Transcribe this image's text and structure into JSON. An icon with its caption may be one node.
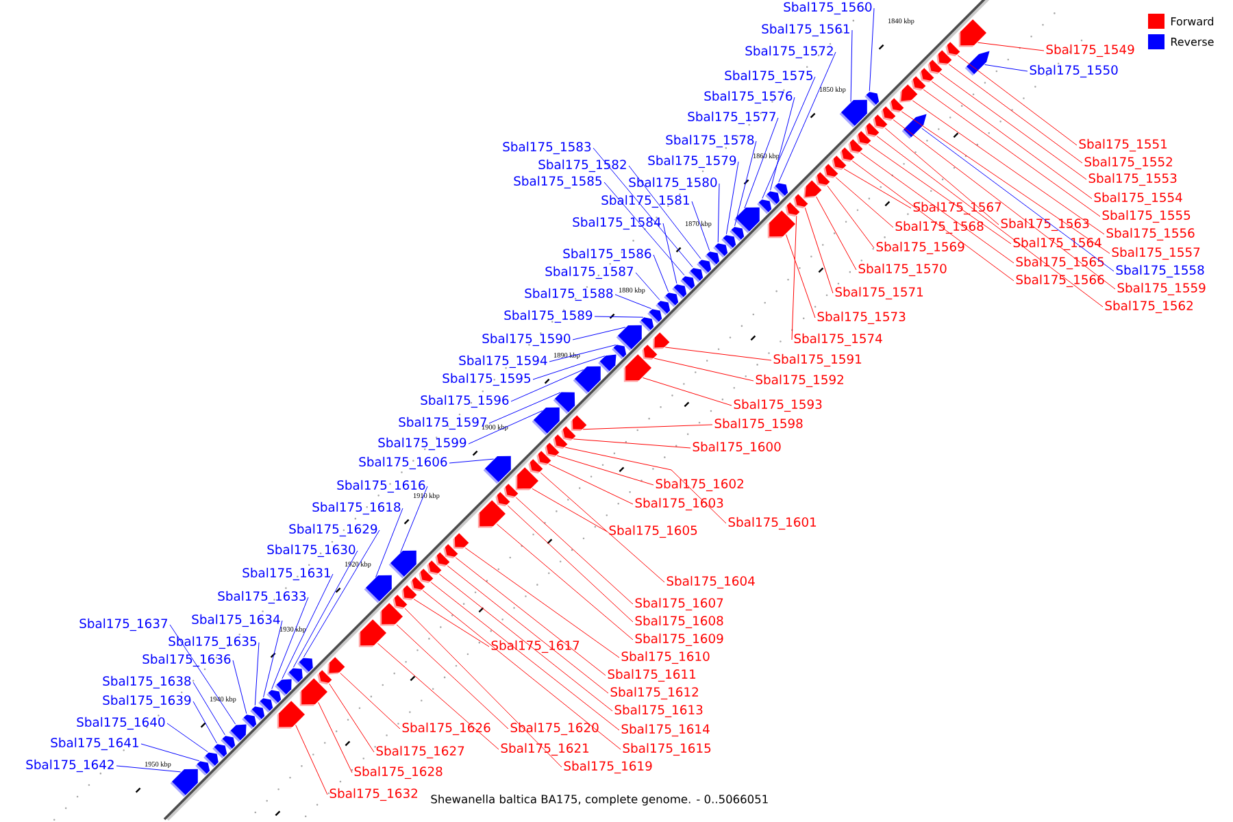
{
  "diagram": {
    "caption": "Shewanella baltica BA175, complete genome. - 0..5066051",
    "nodes": [
      {
        "text": [
          "Sbal175_1560"
        ]
      },
      {
        "text": [
          "Sbal175_1561"
        ]
      },
      {
        "text": [
          "Sbal175_1572"
        ]
      },
      {
        "text": [
          "Sbal175_1575"
        ]
      },
      {
        "text": [
          "Sbal175_1576"
        ]
      },
      {
        "text": [
          "Sbal175_1577"
        ]
      },
      {
        "text": [
          "Sbal175_1578"
        ]
      },
      {
        "text": [
          "Sbal175_1579"
        ]
      },
      {
        "text": [
          "Sbal175_1580"
        ]
      },
      {
        "text": [
          "Sbal175_1581"
        ]
      },
      {
        "text": [
          "Sbal175_1583"
        ]
      },
      {
        "text": [
          "Sbal175_1582"
        ]
      },
      {
        "text": [
          "Sbal175_1585"
        ]
      },
      {
        "text": [
          "Sbal175_1584"
        ]
      },
      {
        "text": [
          "Sbal175_1586"
        ]
      },
      {
        "text": [
          "Sbal175_1587"
        ]
      },
      {
        "text": [
          "Sbal175_1588"
        ]
      },
      {
        "text": [
          "Sbal175_1589"
        ]
      },
      {
        "text": [
          "Sbal175_1590"
        ]
      },
      {
        "text": [
          "Sbal175_1594"
        ]
      },
      {
        "text": [
          "Sbal175_1595"
        ]
      },
      {
        "text": [
          "Sbal175_1596"
        ]
      },
      {
        "text": [
          "Sbal175_1597"
        ]
      },
      {
        "text": [
          "Sbal175_1599"
        ]
      },
      {
        "text": [
          "Sbal175_1606"
        ]
      },
      {
        "text": [
          "Sbal175_1616"
        ]
      },
      {
        "text": [
          "Sbal175_1618"
        ]
      },
      {
        "text": [
          "Sbal175_1629"
        ]
      },
      {
        "text": [
          "Sbal175_1630"
        ]
      },
      {
        "text": [
          "Sbal175_1631"
        ]
      },
      {
        "text": [
          "Sbal175_1633"
        ]
      },
      {
        "text": [
          "Sbal175_1634"
        ]
      },
      {
        "text": [
          "Sbal175_1635"
        ]
      },
      {
        "text": [
          "Sbal175_1636"
        ]
      },
      {
        "text": [
          "Sbal175_1637"
        ]
      },
      {
        "text": [
          "Sbal175_1638"
        ]
      },
      {
        "text": [
          "Sbal175_1639"
        ]
      },
      {
        "text": [
          "Sbal175_1640"
        ]
      },
      {
        "text": [
          "Sbal175_1641"
        ]
      },
      {
        "text": [
          "Sbal175_1642"
        ]
      },
      {
        "text": [
          "Sbal175_1550"
        ]
      },
      {
        "text": [
          "Sbal175_1558"
        ]
      },
      {
        "text": [
          "Sbal175_1549"
        ]
      },
      {
        "text": [
          "Sbal175_1551"
        ]
      },
      {
        "text": [
          "Sbal175_1552"
        ]
      },
      {
        "text": [
          "Sbal175_1553"
        ]
      },
      {
        "text": [
          "Sbal175_1554"
        ]
      },
      {
        "text": [
          "Sbal175_1555"
        ]
      },
      {
        "text": [
          "Sbal175_1556"
        ]
      },
      {
        "text": [
          "Sbal175_1557"
        ]
      },
      {
        "text": [
          "Sbal175_1559"
        ]
      },
      {
        "text": [
          "Sbal175_1562"
        ]
      },
      {
        "text": [
          "Sbal175_1563"
        ]
      },
      {
        "text": [
          "Sbal175_1564"
        ]
      },
      {
        "text": [
          "Sbal175_1565"
        ]
      },
      {
        "text": [
          "Sbal175_1566"
        ]
      },
      {
        "text": [
          "Sbal175_1567"
        ]
      },
      {
        "text": [
          "Sbal175_1568"
        ]
      },
      {
        "text": [
          "Sbal175_1569"
        ]
      },
      {
        "text": [
          "Sbal175_1570"
        ]
      },
      {
        "text": [
          "Sbal175_1571"
        ]
      },
      {
        "text": [
          "Sbal175_1573"
        ]
      },
      {
        "text": [
          "Sbal175_1574"
        ]
      },
      {
        "text": [
          "Sbal175_1591"
        ]
      },
      {
        "text": [
          "Sbal175_1592"
        ]
      },
      {
        "text": [
          "Sbal175_1593"
        ]
      },
      {
        "text": [
          "Sbal175_1598"
        ]
      },
      {
        "text": [
          "Sbal175_1600"
        ]
      },
      {
        "text": [
          "Sbal175_1602"
        ]
      },
      {
        "text": [
          "Sbal175_1603"
        ]
      },
      {
        "text": [
          "Sbal175_1601"
        ]
      },
      {
        "text": [
          "Sbal175_1605"
        ]
      },
      {
        "text": [
          "Sbal175_1604"
        ]
      },
      {
        "text": [
          "Sbal175_1607"
        ]
      },
      {
        "text": [
          "Sbal175_1608"
        ]
      },
      {
        "text": [
          "Sbal175_1609"
        ]
      },
      {
        "text": [
          "Sbal175_1610"
        ]
      },
      {
        "text": [
          "Sbal175_1611"
        ]
      },
      {
        "text": [
          "Sbal175_1612"
        ]
      },
      {
        "text": [
          "Sbal175_1613"
        ]
      },
      {
        "text": [
          "Sbal175_1614"
        ]
      },
      {
        "text": [
          "Sbal175_1615"
        ]
      },
      {
        "text": [
          "Sbal175_1617"
        ]
      },
      {
        "text": [
          "Sbal175_1620"
        ]
      },
      {
        "text": [
          "Sbal175_1621"
        ]
      },
      {
        "text": [
          "Sbal175_1619"
        ]
      },
      {
        "text": [
          "Sbal175_1626"
        ]
      },
      {
        "text": [
          "Sbal175_1627"
        ]
      },
      {
        "text": [
          "Sbal175_1628"
        ]
      },
      {
        "text": [
          "Sbal175_1632"
        ]
      },
      {
        "text": [],
        "shape": "arrow"
      },
      {
        "text": [],
        "shape": "arrow"
      },
      {
        "text": [],
        "shape": "arrow"
      },
      {
        "text": [],
        "shape": "arrow"
      },
      {
        "text": [],
        "shape": "arrow"
      },
      {
        "text": [],
        "shape": "arrow"
      },
      {
        "text": [],
        "shape": "arrow"
      },
      {
        "text": [],
        "shape": "arrow"
      },
      {
        "text": [],
        "shape": "arrow"
      },
      {
        "text": [],
        "shape": "arrow"
      },
      {
        "text": [],
        "shape": "arrow"
      },
      {
        "text": [],
        "shape": "arrow"
      },
      {
        "text": [],
        "shape": "arrow"
      },
      {
        "text": [],
        "shape": "arrow"
      },
      {
        "text": [],
        "shape": "arrow"
      },
      {
        "text": [],
        "shape": "arrow"
      },
      {
        "text": [],
        "shape": "arrow"
      },
      {
        "text": [],
        "shape": "arrow"
      },
      {
        "text": [],
        "shape": "arrow"
      },
      {
        "text": [],
        "shape": "arrow"
      },
      {
        "text": [],
        "shape": "arrow"
      },
      {
        "text": [],
        "shape": "arrow"
      },
      {
        "text": [],
        "shape": "arrow"
      },
      {
        "text": [],
        "shape": "arrow"
      },
      {
        "text": [],
        "shape": "arrow"
      },
      {
        "text": [],
        "shape": "arrow"
      },
      {
        "text": [],
        "shape": "arrow"
      },
      {
        "text": [],
        "shape": "arrow"
      },
      {
        "text": [],
        "shape": "arrow"
      },
      {
        "text": [],
        "shape": "arrow"
      },
      {
        "text": [],
        "shape": "arrow"
      },
      {
        "text": [],
        "shape": "arrow"
      },
      {
        "text": [],
        "shape": "arrow"
      },
      {
        "text": [],
        "shape": "arrow"
      },
      {
        "text": [],
        "shape": "arrow"
      },
      {
        "text": [],
        "shape": "arrow"
      },
      {
        "text": [],
        "shape": "arrow"
      },
      {
        "text": [],
        "shape": "arrow"
      },
      {
        "text": [],
        "shape": "arrow"
      },
      {
        "text": [],
        "shape": "arrow"
      },
      {
        "text": [],
        "shape": "arrow"
      },
      {
        "text": [],
        "shape": "arrow"
      },
      {
        "text": [],
        "shape": "arrow"
      },
      {
        "text": [],
        "shape": "arrow"
      },
      {
        "text": [],
        "shape": "arrow"
      },
      {
        "text": [],
        "shape": "arrow"
      },
      {
        "text": [],
        "shape": "arrow"
      },
      {
        "text": [],
        "shape": "arrow"
      },
      {
        "text": [],
        "shape": "arrow"
      },
      {
        "text": [],
        "shape": "arrow"
      },
      {
        "text": [],
        "shape": "arrow"
      },
      {
        "text": [],
        "shape": "arrow"
      },
      {
        "text": [],
        "shape": "arrow"
      },
      {
        "text": [],
        "shape": "arrow"
      },
      {
        "text": [],
        "shape": "arrow"
      },
      {
        "text": [],
        "shape": "arrow"
      },
      {
        "text": [],
        "shape": "arrow"
      },
      {
        "text": [],
        "shape": "arrow"
      },
      {
        "text": [],
        "shape": "arrow"
      },
      {
        "text": [],
        "shape": "arrow"
      },
      {
        "text": [],
        "shape": "arrow"
      },
      {
        "text": [],
        "shape": "arrow"
      },
      {
        "text": [],
        "shape": "arrow"
      },
      {
        "text": [],
        "shape": "arrow"
      },
      {
        "text": [],
        "shape": "arrow"
      },
      {
        "text": [],
        "shape": "arrow"
      },
      {
        "text": [],
        "shape": "arrow"
      },
      {
        "text": [],
        "shape": "arrow"
      },
      {
        "text": [],
        "shape": "arrow"
      },
      {
        "text": [],
        "shape": "arrow"
      },
      {
        "text": [],
        "shape": "arrow"
      },
      {
        "text": [],
        "shape": "arrow"
      },
      {
        "text": [],
        "shape": "arrow"
      },
      {
        "text": [],
        "shape": "arrow"
      },
      {
        "text": [],
        "shape": "arrow"
      },
      {
        "text": [],
        "shape": "arrow"
      },
      {
        "text": [],
        "shape": "arrow"
      },
      {
        "text": [],
        "shape": "arrow"
      },
      {
        "text": [],
        "shape": "arrow"
      },
      {
        "text": [],
        "shape": "arrow"
      },
      {
        "text": [],
        "shape": "arrow"
      },
      {
        "text": [],
        "shape": "arrow"
      },
      {
        "text": [],
        "shape": "arrow"
      },
      {
        "text": [],
        "shape": "arrow"
      },
      {
        "text": [],
        "shape": "arrow"
      },
      {
        "text": [],
        "shape": "arrow"
      },
      {
        "text": [],
        "shape": "arrow"
      },
      {
        "text": [],
        "shape": "arrow"
      },
      {
        "text": [],
        "shape": "arrow"
      },
      {
        "text": [],
        "shape": "arrow"
      }
    ],
    "edges": [
      {
        "from": 0,
        "to": 90,
        "arrow": "none",
        "color": "#0000ff"
      },
      {
        "from": 1,
        "to": 91,
        "arrow": "none",
        "color": "#0000ff"
      },
      {
        "from": 2,
        "to": 92,
        "arrow": "none",
        "color": "#0000ff"
      },
      {
        "from": 3,
        "to": 93,
        "arrow": "none",
        "color": "#0000ff"
      },
      {
        "from": 4,
        "to": 94,
        "arrow": "none",
        "color": "#0000ff"
      },
      {
        "from": 5,
        "to": 95,
        "arrow": "none",
        "color": "#0000ff"
      },
      {
        "from": 6,
        "to": 96,
        "arrow": "none",
        "color": "#0000ff"
      },
      {
        "from": 7,
        "to": 97,
        "arrow": "none",
        "color": "#0000ff"
      },
      {
        "from": 8,
        "to": 98,
        "arrow": "none",
        "color": "#0000ff"
      },
      {
        "from": 9,
        "to": 99,
        "arrow": "none",
        "color": "#0000ff"
      },
      {
        "from": 10,
        "to": 100,
        "arrow": "none",
        "color": "#0000ff"
      },
      {
        "from": 11,
        "to": 101,
        "arrow": "none",
        "color": "#0000ff"
      },
      {
        "from": 12,
        "to": 102,
        "arrow": "none",
        "color": "#0000ff"
      },
      {
        "from": 13,
        "to": 103,
        "arrow": "none",
        "color": "#0000ff"
      },
      {
        "from": 14,
        "to": 104,
        "arrow": "none",
        "color": "#0000ff"
      },
      {
        "from": 15,
        "to": 105,
        "arrow": "none",
        "color": "#0000ff"
      },
      {
        "from": 16,
        "to": 106,
        "arrow": "none",
        "color": "#0000ff"
      },
      {
        "from": 17,
        "to": 107,
        "arrow": "none",
        "color": "#0000ff"
      },
      {
        "from": 18,
        "to": 108,
        "arrow": "none",
        "color": "#0000ff"
      },
      {
        "from": 19,
        "to": 109,
        "arrow": "none",
        "color": "#0000ff"
      },
      {
        "from": 20,
        "to": 110,
        "arrow": "none",
        "color": "#0000ff"
      },
      {
        "from": 21,
        "to": 111,
        "arrow": "none",
        "color": "#0000ff"
      },
      {
        "from": 22,
        "to": 112,
        "arrow": "none",
        "color": "#0000ff"
      },
      {
        "from": 23,
        "to": 113,
        "arrow": "none",
        "color": "#0000ff"
      },
      {
        "from": 24,
        "to": 114,
        "arrow": "none",
        "color": "#0000ff"
      },
      {
        "from": 25,
        "to": 115,
        "arrow": "none",
        "color": "#0000ff"
      },
      {
        "from": 26,
        "to": 116,
        "arrow": "none",
        "color": "#0000ff"
      },
      {
        "from": 27,
        "to": 117,
        "arrow": "none",
        "color": "#0000ff"
      },
      {
        "from": 28,
        "to": 118,
        "arrow": "none",
        "color": "#0000ff"
      },
      {
        "from": 29,
        "to": 119,
        "arrow": "none",
        "color": "#0000ff"
      },
      {
        "from": 30,
        "to": 120,
        "arrow": "none",
        "color": "#0000ff"
      },
      {
        "from": 31,
        "to": 121,
        "arrow": "none",
        "color": "#0000ff"
      },
      {
        "from": 32,
        "to": 122,
        "arrow": "none",
        "color": "#0000ff"
      },
      {
        "from": 33,
        "to": 123,
        "arrow": "none",
        "color": "#0000ff"
      },
      {
        "from": 34,
        "to": 124,
        "arrow": "none",
        "color": "#0000ff"
      },
      {
        "from": 35,
        "to": 125,
        "arrow": "none",
        "color": "#0000ff"
      },
      {
        "from": 36,
        "to": 126,
        "arrow": "none",
        "color": "#0000ff"
      },
      {
        "from": 37,
        "to": 127,
        "arrow": "none",
        "color": "#0000ff"
      },
      {
        "from": 38,
        "to": 128,
        "arrow": "none",
        "color": "#0000ff"
      },
      {
        "from": 39,
        "to": 129,
        "arrow": "none",
        "color": "#0000ff"
      },
      {
        "from": 40,
        "to": 130,
        "arrow": "none",
        "color": "#0000ff"
      },
      {
        "from": 41,
        "to": 131,
        "arrow": "none",
        "color": "#0000ff"
      },
      {
        "from": 42,
        "to": 132,
        "arrow": "none"
      },
      {
        "from": 43,
        "to": 133,
        "arrow": "none"
      },
      {
        "from": 44,
        "to": 134,
        "arrow": "none"
      },
      {
        "from": 45,
        "to": 135,
        "arrow": "none"
      },
      {
        "from": 46,
        "to": 136,
        "arrow": "none"
      },
      {
        "from": 47,
        "to": 137,
        "arrow": "none"
      },
      {
        "from": 48,
        "to": 138,
        "arrow": "none"
      },
      {
        "from": 49,
        "to": 139,
        "arrow": "none"
      },
      {
        "from": 50,
        "to": 140,
        "arrow": "none"
      },
      {
        "from": 51,
        "to": 141,
        "arrow": "none"
      },
      {
        "from": 52,
        "to": 142,
        "arrow": "none"
      },
      {
        "from": 53,
        "to": 143,
        "arrow": "none"
      },
      {
        "from": 54,
        "to": 144,
        "arrow": "none"
      },
      {
        "from": 55,
        "to": 145,
        "arrow": "none"
      },
      {
        "from": 56,
        "to": 146,
        "arrow": "none"
      },
      {
        "from": 57,
        "to": 147,
        "arrow": "none"
      },
      {
        "from": 58,
        "to": 148,
        "arrow": "none"
      },
      {
        "from": 59,
        "to": 149,
        "arrow": "none"
      },
      {
        "from": 60,
        "to": 150,
        "arrow": "none"
      },
      {
        "from": 61,
        "to": 151,
        "arrow": "none"
      },
      {
        "from": 62,
        "to": 152,
        "arrow": "none"
      },
      {
        "from": 63,
        "to": 153,
        "arrow": "none"
      },
      {
        "from": 64,
        "to": 154,
        "arrow": "none"
      },
      {
        "from": 65,
        "to": 155,
        "arrow": "none"
      },
      {
        "from": 66,
        "to": 156,
        "arrow": "none"
      },
      {
        "from": 67,
        "to": 157,
        "arrow": "none"
      },
      {
        "from": 68,
        "to": 158,
        "arrow": "none"
      },
      {
        "from": 69,
        "to": 159,
        "arrow": "none"
      },
      {
        "from": 70,
        "to": 160,
        "arrow": "none"
      },
      {
        "from": 71,
        "to": 161,
        "arrow": "none"
      },
      {
        "from": 72,
        "to": 162,
        "arrow": "none"
      },
      {
        "from": 73,
        "to": 163,
        "arrow": "none"
      },
      {
        "from": 74,
        "to": 164,
        "arrow": "none"
      },
      {
        "from": 75,
        "to": 165,
        "arrow": "none"
      },
      {
        "from": 76,
        "to": 166,
        "arrow": "none"
      },
      {
        "from": 77,
        "to": 167,
        "arrow": "none"
      },
      {
        "from": 78,
        "to": 168,
        "arrow": "none"
      },
      {
        "from": 79,
        "to": 169,
        "arrow": "none"
      },
      {
        "from": 80,
        "to": 170,
        "arrow": "none"
      },
      {
        "from": 81,
        "to": 171,
        "arrow": "none"
      },
      {
        "from": 82,
        "to": 172,
        "arrow": "none"
      },
      {
        "from": 83,
        "to": 173,
        "arrow": "none"
      },
      {
        "from": 84,
        "to": 174,
        "arrow": "none"
      },
      {
        "from": 85,
        "to": 175,
        "arrow": "none"
      },
      {
        "from": 86,
        "to": 176,
        "arrow": "none"
      },
      {
        "from": 87,
        "to": 177,
        "arrow": "none"
      },
      {
        "from": 88,
        "to": 178,
        "arrow": "none"
      },
      {
        "from": 89,
        "to": 179,
        "arrow": "none"
      }
    ],
    "labels": [
      "1840 kbp",
      "1850 kbp",
      "1860 kbp",
      "1870 kbp",
      "1880 kbp",
      "1890 kbp",
      "1900 kbp",
      "1910 kbp",
      "1920 kbp",
      "1930 kbp",
      "1940 kbp",
      "1950 kbp"
    ],
    "legend": [
      {
        "text": "Forward",
        "color": "#ff0000"
      },
      {
        "text": "Reverse",
        "color": "#0000ff"
      }
    ]
  }
}
